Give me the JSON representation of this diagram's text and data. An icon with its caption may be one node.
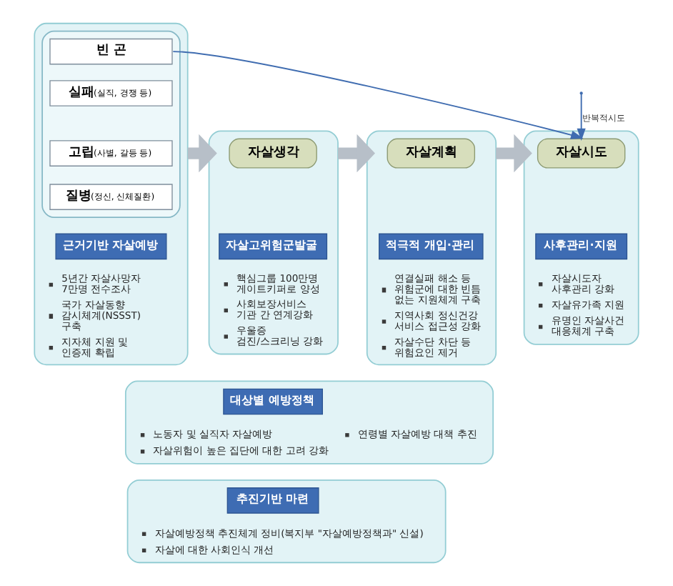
{
  "diagram": {
    "nodes": [
      {
        "text": [
          "5년간 자살사망자 7만명 전수조사",
          "국가 자살동향 감시체계(NSSST) 구축",
          "지자체 지원 및 인증제 확립"
        ]
      },
      {
        "text": [],
        "shape": "box",
        "in": 0
      },
      {
        "text": [
          "빈 곤"
        ],
        "in": 1
      },
      {
        "text": [
          "실패(실직, 경쟁 등)"
        ],
        "in": 1
      },
      {
        "text": [
          "고립(사별, 갈등 등)"
        ],
        "in": 1
      },
      {
        "text": [
          "질병(정신, 신체질환)"
        ],
        "in": 1
      },
      {
        "text": [
          "근거기반 자살예방"
        ],
        "in": 0
      },
      {
        "text": [
          "핵심그룹 100만명 게이트키퍼로 양성",
          "사회보장서비스 기관 간 연계강화",
          "우울증 검진/스크리닝 강화"
        ]
      },
      {
        "text": [
          "자살생각"
        ],
        "in": 7
      },
      {
        "text": [
          "자살고위험군발굴"
        ],
        "in": 7
      },
      {
        "text": [
          "연결실패 해소 등 위험군에 대한 빈틈 없는 지원체계 구축",
          "지역사회 정신건강 서비스 접근성 강화",
          "자살수단 차단 등 위험요인 제거"
        ]
      },
      {
        "text": [
          "자살계획"
        ],
        "in": 10
      },
      {
        "text": [
          "적극적 개입·관리"
        ],
        "in": 10
      },
      {
        "text": [
          "자살시도자 사후관리 강화",
          "자살유가족 지원",
          "유명인 자살사건 대응체계 구축"
        ]
      },
      {
        "text": [
          "자살시도"
        ],
        "in": 13
      },
      {
        "text": [
          "사후관리·지원"
        ],
        "in": 13
      },
      {
        "text": [
          "노동자 및 실직자 자살예방",
          "자살위험이 높은 집단에 대한 고려 강화",
          "연령별 자살예방 대책 추진"
        ]
      },
      {
        "text": [
          "대상별 예방정책"
        ],
        "in": 16
      },
      {
        "text": [
          "자살예방정책 추진체계 정비(복지부 \"자살예방정책과\" 신설)",
          "자살에 대한 사회인식 개선"
        ]
      },
      {
        "text": [
          "추진기반 마련"
        ],
        "in": 18
      }
    ],
    "edges": [
      {
        "from": 0,
        "to": 7,
        "arrow": "to"
      },
      {
        "from": 7,
        "to": 10,
        "arrow": "to"
      },
      {
        "from": 10,
        "to": 13,
        "arrow": "to"
      },
      {
        "from": 2,
        "to": 14,
        "arrow": "to",
        "color": "#3f6cb0"
      },
      {
        "from": null,
        "to": 14,
        "arrow": "to",
        "label": "반복적시도",
        "color": "#3f6cb0"
      }
    ]
  }
}
